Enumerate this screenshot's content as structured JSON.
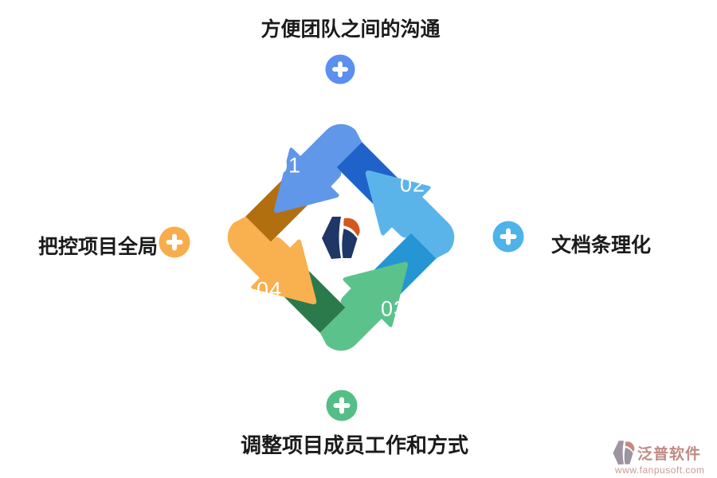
{
  "labels": {
    "top": "方便团队之间的沟通",
    "right": "文档条理化",
    "bottom": "调整项目成员工作和方式",
    "left": "把控项目全局"
  },
  "steps": [
    {
      "number": "01",
      "light": "#6197e8",
      "dark": "#1f63ca"
    },
    {
      "number": "02",
      "light": "#5ab4ea",
      "dark": "#2596d3"
    },
    {
      "number": "03",
      "light": "#5bc28c",
      "dark": "#2b7a4b"
    },
    {
      "number": "04",
      "light": "#f9b04f",
      "dark": "#b26f10"
    }
  ],
  "plus_icons": {
    "top": "#5b8ff0",
    "right": "#4fb3e9",
    "bottom": "#53bf87",
    "left": "#f8ad4c"
  },
  "logo": {
    "navy": "#1e3766",
    "orange": "#d4571c"
  },
  "watermark": {
    "brand": "泛普软件",
    "url": "www.fanpusoft.com",
    "brand_color": "#c18a86",
    "url_color": "#c89b92",
    "icon_main": "#9e93a1",
    "icon_accent": "#c8867e"
  }
}
